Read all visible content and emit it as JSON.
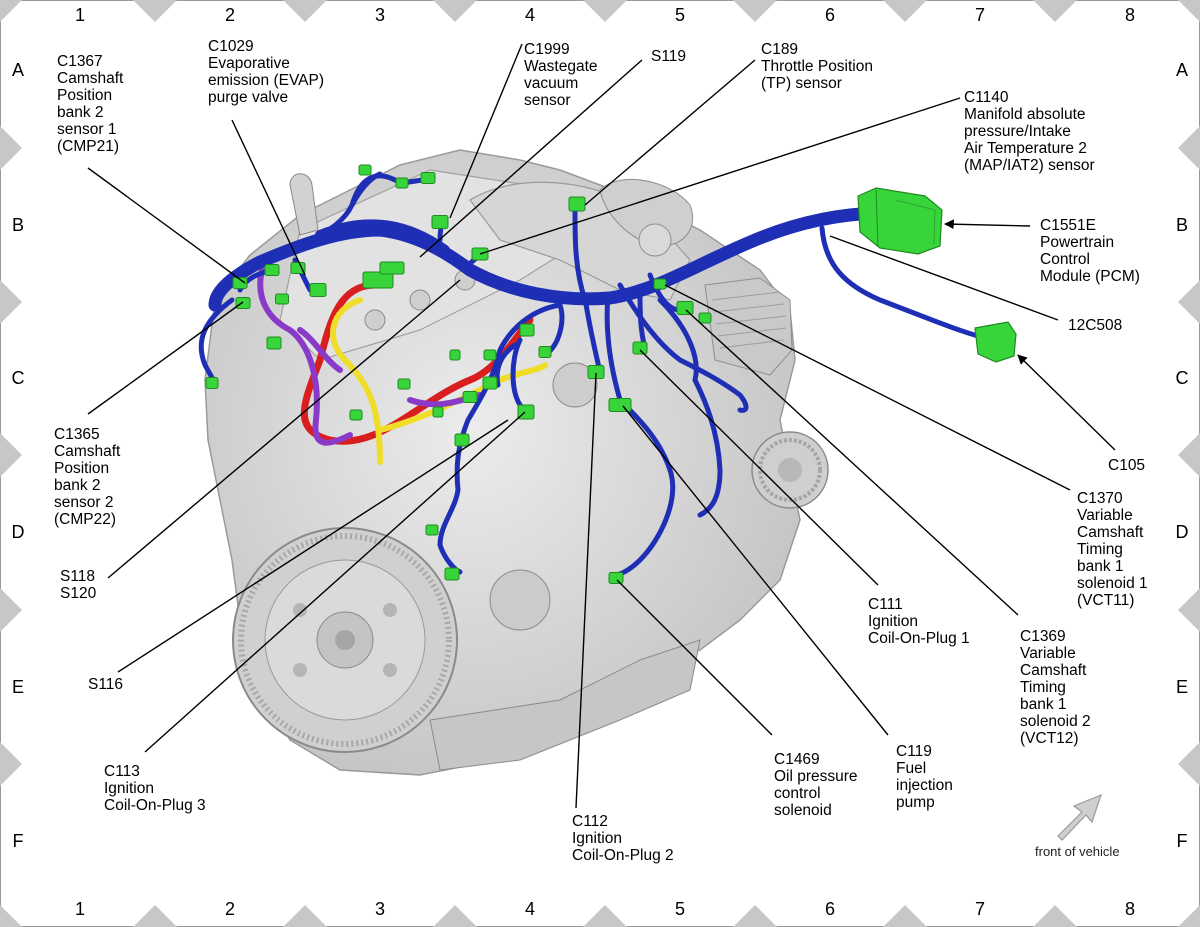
{
  "grid": {
    "columns": [
      "1",
      "2",
      "3",
      "4",
      "5",
      "6",
      "7",
      "8"
    ],
    "rows": [
      "A",
      "B",
      "C",
      "D",
      "E",
      "F"
    ]
  },
  "labels": [
    {
      "id": "c1367",
      "lines": [
        "C1367",
        "Camshaft",
        "Position",
        "bank 2",
        "sensor 1",
        "(CMP21)"
      ]
    },
    {
      "id": "c1029",
      "lines": [
        "C1029",
        "Evaporative",
        "emission (EVAP)",
        "purge valve"
      ]
    },
    {
      "id": "c1999",
      "lines": [
        "C1999",
        "Wastegate",
        "vacuum",
        "sensor"
      ]
    },
    {
      "id": "s119",
      "lines": [
        "S119"
      ]
    },
    {
      "id": "c189",
      "lines": [
        "C189",
        "Throttle Position",
        "(TP) sensor"
      ]
    },
    {
      "id": "c1140",
      "lines": [
        "C1140",
        "Manifold absolute",
        "pressure/Intake",
        "Air Temperature 2",
        "(MAP/IAT2) sensor"
      ]
    },
    {
      "id": "c1551e",
      "lines": [
        "C1551E",
        "Powertrain",
        "Control",
        "Module (PCM)"
      ]
    },
    {
      "id": "12c508",
      "lines": [
        "12C508"
      ]
    },
    {
      "id": "c105",
      "lines": [
        "C105"
      ]
    },
    {
      "id": "c1370",
      "lines": [
        "C1370",
        "Variable",
        "Camshaft",
        "Timing",
        "bank 1",
        "solenoid 1",
        "(VCT11)"
      ]
    },
    {
      "id": "c1369",
      "lines": [
        "C1369",
        "Variable",
        "Camshaft",
        "Timing",
        "bank 1",
        "solenoid 2",
        "(VCT12)"
      ]
    },
    {
      "id": "c111",
      "lines": [
        "C111",
        "Ignition",
        "Coil-On-Plug 1"
      ]
    },
    {
      "id": "c119",
      "lines": [
        "C119",
        "Fuel",
        "injection",
        "pump"
      ]
    },
    {
      "id": "c1469",
      "lines": [
        "C1469",
        "Oil pressure",
        "control",
        "solenoid"
      ]
    },
    {
      "id": "c112",
      "lines": [
        "C112",
        "Ignition",
        "Coil-On-Plug 2"
      ]
    },
    {
      "id": "c113",
      "lines": [
        "C113",
        "Ignition",
        "Coil-On-Plug 3"
      ]
    },
    {
      "id": "s116",
      "lines": [
        "S116"
      ]
    },
    {
      "id": "s118",
      "lines": [
        "S118",
        "S120"
      ]
    },
    {
      "id": "c1365",
      "lines": [
        "C1365",
        "Camshaft",
        "Position",
        "bank 2",
        "sensor 2",
        "(CMP22)"
      ]
    }
  ],
  "front_of_vehicle": "front of vehicle",
  "colors": {
    "harness": "#1f2fb5",
    "connector": "#37d43a",
    "engine": "#d4d4d4",
    "engine_edge": "#9a9a9a",
    "red_wire": "#d81e1e",
    "yellow_wire": "#f0dd2a",
    "purple_wire": "#8a3ac8",
    "diamond": "#c7c7c7"
  }
}
